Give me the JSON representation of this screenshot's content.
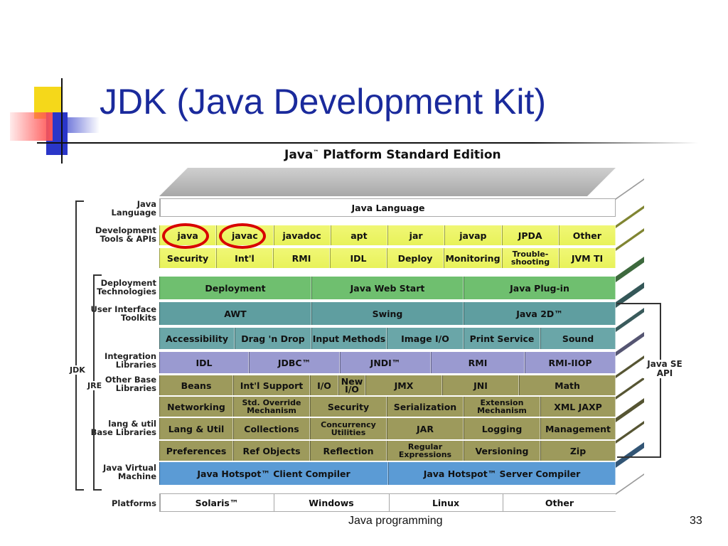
{
  "slide": {
    "title": "JDK (Java Development Kit)",
    "footer": "Java programming",
    "page_number": "33"
  },
  "diagram": {
    "header": "Java",
    "header_tm": "™",
    "header_rest": " Platform Standard Edition",
    "left_labels": [
      {
        "id": "java-language",
        "text": "Java\nLanguage"
      },
      {
        "id": "dev-tools",
        "text": "Development\nTools & APIs"
      },
      {
        "id": "deployment-tech",
        "text": "Deployment\nTechnologies"
      },
      {
        "id": "ui-toolkits",
        "text": "User Interface\nToolkits"
      },
      {
        "id": "integration-libs",
        "text": "Integration\nLibraries"
      },
      {
        "id": "other-base-libs",
        "text": "Other Base\nLibraries"
      },
      {
        "id": "lang-util-libs",
        "text": "lang & util\nBase Libraries"
      },
      {
        "id": "jvm",
        "text": "Java Virtual\nMachine"
      },
      {
        "id": "platforms",
        "text": "Platforms"
      }
    ],
    "bracket_jdk": "JDK",
    "bracket_jre": "JRE",
    "api_label": "Java SE\nAPI",
    "rows": [
      {
        "id": "language",
        "cells": [
          "Java Language"
        ]
      },
      {
        "id": "tools",
        "cells": [
          "java",
          "javac",
          "javadoc",
          "apt",
          "jar",
          "javap",
          "JPDA",
          "Other"
        ]
      },
      {
        "id": "tools2",
        "cells": [
          "Security",
          "Int'l",
          "RMI",
          "IDL",
          "Deploy",
          "Monitoring",
          "Trouble-\nshooting",
          "JVM TI"
        ]
      },
      {
        "id": "deploy",
        "cells": [
          "Deployment",
          "Java Web Start",
          "Java Plug-in"
        ]
      },
      {
        "id": "ui1",
        "cells": [
          "AWT",
          "Swing",
          "Java 2D™"
        ]
      },
      {
        "id": "ui2",
        "cells": [
          "Accessibility",
          "Drag 'n Drop",
          "Input Methods",
          "Image I/O",
          "Print Service",
          "Sound"
        ]
      },
      {
        "id": "integration",
        "cells": [
          "IDL",
          "JDBC™",
          "JNDI™",
          "RMI",
          "RMI-IIOP"
        ]
      },
      {
        "id": "other1",
        "cells": [
          "Beans",
          "Int'l Support",
          "I/O",
          "New I/O",
          "JMX",
          "JNI",
          "Math"
        ]
      },
      {
        "id": "other2",
        "cells": [
          "Networking",
          "Std. Override\nMechanism",
          "Security",
          "Serialization",
          "Extension\nMechanism",
          "XML JAXP"
        ]
      },
      {
        "id": "lang1",
        "cells": [
          "Lang & Util",
          "Collections",
          "Concurrency\nUtilities",
          "JAR",
          "Logging",
          "Management"
        ]
      },
      {
        "id": "lang2",
        "cells": [
          "Preferences",
          "Ref Objects",
          "Reflection",
          "Regular\nExpressions",
          "Versioning",
          "Zip"
        ]
      },
      {
        "id": "jvm",
        "cells": [
          "Java Hotspot™ Client Compiler",
          "Java Hotspot™ Server Compiler"
        ]
      },
      {
        "id": "platforms",
        "cells": [
          "Solaris™",
          "Windows",
          "Linux",
          "Other"
        ]
      }
    ],
    "colors": {
      "language": "#ffffff",
      "tools": "#e8f25a",
      "deploy": "#6fbf6f",
      "ui1": "#5f9ea0",
      "ui2": "#6aa6a8",
      "integration": "#9a9ad0",
      "base": "#9d9a5c",
      "jvm": "#5b9bd5",
      "platforms": "#ffffff",
      "title": "#1a2a9c",
      "circle": "#d80000"
    }
  }
}
